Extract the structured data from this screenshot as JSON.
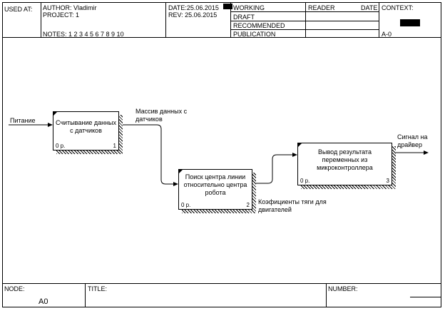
{
  "header": {
    "used_at": "USED AT:",
    "author": "AUTHOR:  Vladimir",
    "project": "PROJECT:  1",
    "notes": "NOTES:  1  2  3  4  5  6  7  8  9  10",
    "date": "DATE:25.06.2015",
    "rev": "REV:  25.06.2015",
    "status_working": "WORKING",
    "status_draft": "DRAFT",
    "status_recommended": "RECOMMENDED",
    "status_publication": "PUBLICATION",
    "reader": "READER",
    "reader_date": "DATE",
    "context": "CONTEXT:",
    "context_node": "A-0"
  },
  "diagram": {
    "boxes": [
      {
        "label": "Считывание данных с датчиков",
        "cost": "0 р.",
        "number": "1"
      },
      {
        "label": "Поиск центра линии относительно центра робота",
        "cost": "0 р.",
        "number": "2"
      },
      {
        "label": "Вывод результата переменных из микроконтроллера",
        "cost": "0 р.",
        "number": "3"
      }
    ],
    "arrows": {
      "input": "Питание",
      "data": "Массив данных с датчиков",
      "coeffs": "Коэфициенты тяги для двигателей",
      "output": "Сигнал на драйвер"
    }
  },
  "footer": {
    "node_label": "NODE:",
    "node_value": "A0",
    "title_label": "TITLE:",
    "number_label": "NUMBER:"
  }
}
